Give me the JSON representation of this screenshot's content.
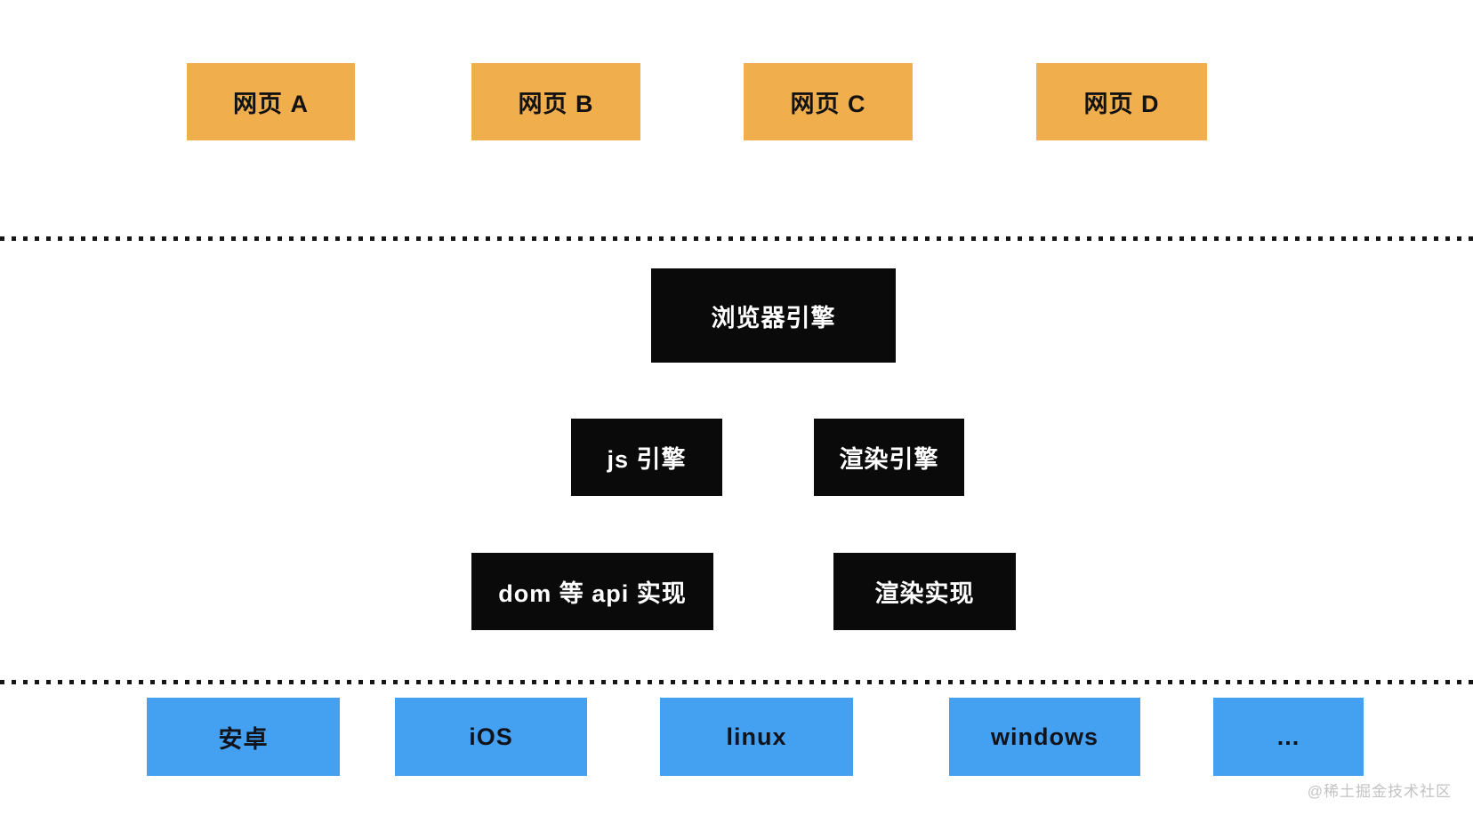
{
  "colors": {
    "web_page_box": "#F0AE4C",
    "engine_box": "#0A0A0A",
    "os_box": "#44A0F1",
    "divider_dots": "#151515",
    "watermark_text": "#C3C3C3",
    "background": "#FFFFFF"
  },
  "web_pages": {
    "items": [
      {
        "label": "网页 A"
      },
      {
        "label": "网页 B"
      },
      {
        "label": "网页 C"
      },
      {
        "label": "网页 D"
      }
    ]
  },
  "browser": {
    "engine": {
      "label": "浏览器引擎"
    },
    "sub_engines": [
      {
        "label": "js 引擎"
      },
      {
        "label": "渲染引擎"
      }
    ],
    "implementations": [
      {
        "label": "dom 等 api 实现"
      },
      {
        "label": "渲染实现"
      }
    ]
  },
  "platforms": {
    "items": [
      {
        "label": "安卓"
      },
      {
        "label": "iOS"
      },
      {
        "label": "linux"
      },
      {
        "label": "windows"
      },
      {
        "label": "..."
      }
    ]
  },
  "watermark": {
    "text": "@稀土掘金技术社区"
  }
}
